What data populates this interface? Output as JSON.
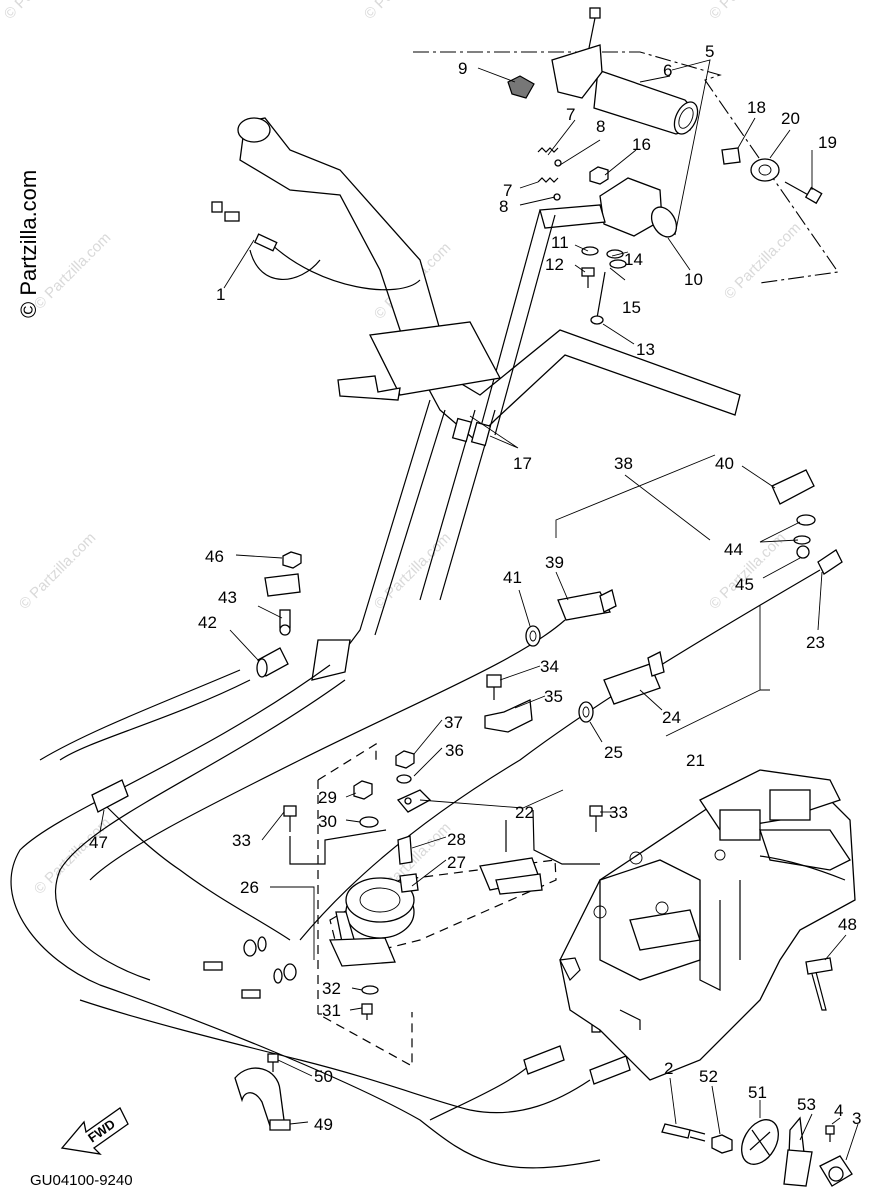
{
  "watermark_text": "© Partzilla.com",
  "copyright": "© Partzilla.com",
  "diagram_code": "GU04100-9240",
  "fwd_label": "FWD",
  "callouts": {
    "c1": "1",
    "c2": "2",
    "c3": "3",
    "c4": "4",
    "c5": "5",
    "c6": "6",
    "c7a": "7",
    "c7b": "7",
    "c8a": "8",
    "c8b": "8",
    "c9": "9",
    "c10": "10",
    "c11": "11",
    "c12": "12",
    "c13": "13",
    "c14": "14",
    "c15": "15",
    "c16": "16",
    "c17": "17",
    "c18": "18",
    "c19": "19",
    "c20": "20",
    "c21": "21",
    "c22": "22",
    "c23": "23",
    "c24": "24",
    "c25": "25",
    "c26": "26",
    "c27": "27",
    "c28": "28",
    "c29": "29",
    "c30": "30",
    "c31": "31",
    "c32": "32",
    "c33a": "33",
    "c33b": "33",
    "c34": "34",
    "c35": "35",
    "c36": "36",
    "c37": "37",
    "c38": "38",
    "c39": "39",
    "c40": "40",
    "c41": "41",
    "c42": "42",
    "c43": "43",
    "c44": "44",
    "c45": "45",
    "c46": "46",
    "c47": "47",
    "c48": "48",
    "c49": "49",
    "c50": "50",
    "c51": "51",
    "c52": "52",
    "c53": "53"
  }
}
